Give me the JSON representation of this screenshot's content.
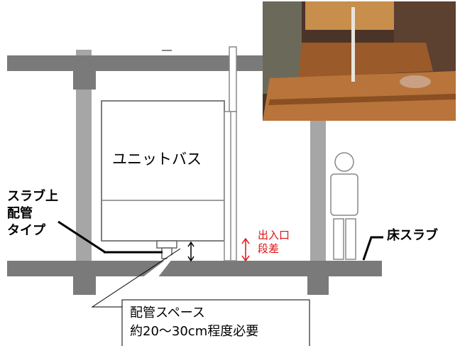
{
  "labels": {
    "unit_bath": "ユニットバス",
    "slab_top_piping_1": "スラブ上",
    "slab_top_piping_2": "配管",
    "slab_top_piping_3": "タイプ",
    "entrance_step_1": "出入口",
    "entrance_step_2": "段差",
    "floor_slab": "床スラブ",
    "piping_space_1": "配管スペース",
    "piping_space_2": "約20〜30cm程度必要"
  },
  "colors": {
    "structure": "#7a7a7a",
    "column": "#a6a6a6",
    "bath_outline": "#7f7f7f",
    "accent_red": "#e01010",
    "photo_floor": "#b8743a"
  }
}
